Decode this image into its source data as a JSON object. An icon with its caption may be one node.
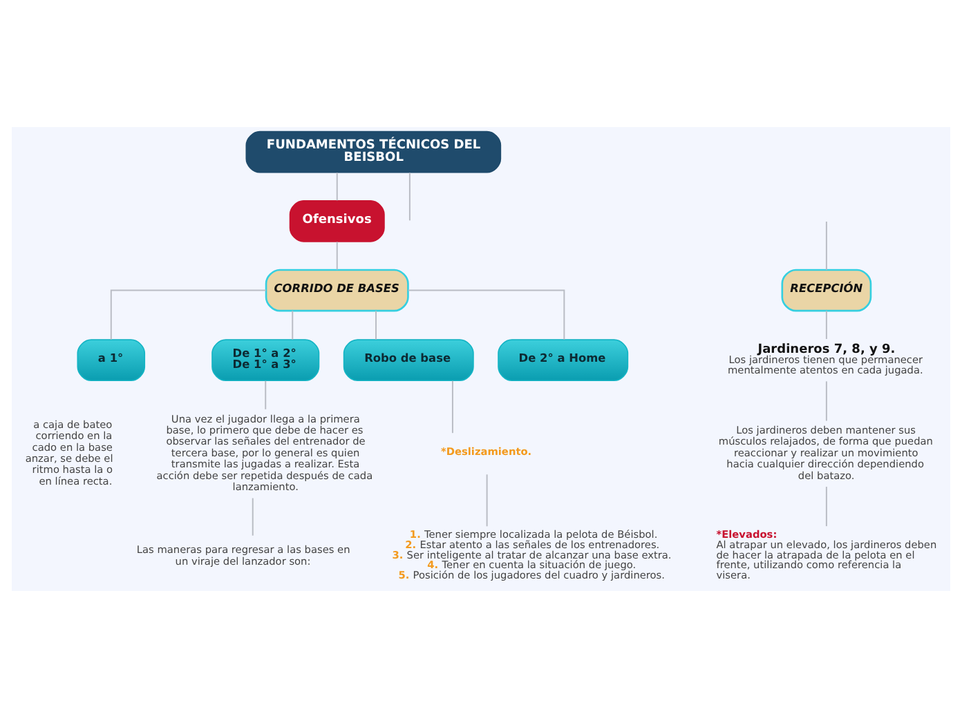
{
  "diagram": {
    "nodes": [
      {
        "text": [
          "FUNDAMENTOS TÉCNICOS DEL BEISBOL"
        ]
      },
      {
        "text": [
          "Ofensivos"
        ]
      },
      {
        "text": [
          "CORRIDO DE BASES"
        ]
      },
      {
        "text": [
          "a 1°"
        ]
      },
      {
        "text": [
          "De 1° a 2° De 1° a 3°"
        ]
      },
      {
        "text": [
          "Una vez el jugador llega a la primera base, lo primero que debe de hacer es observar las señales del entrenador de tercera base, por lo general es quien transmite las jugadas a realizar. Esta acción debe ser repetida después de cada lanzamiento."
        ]
      },
      {
        "text": [
          "Las maneras para regresar a las bases en un viraje del lanzador son:"
        ]
      },
      {
        "text": [
          "Robo de base"
        ]
      },
      {
        "text": [
          "*Deslizamiento."
        ]
      },
      {
        "text": [
          "1. Tener siempre localizada la pelota de Béisbol.",
          "2. Estar atento a las señales de los entrenadores.",
          "3. Ser inteligente al tratar de alcanzar una base extra.",
          "4. Tener en cuenta la situación de juego.",
          "5. Posición de los jugadores del cuadro y jardineros."
        ]
      },
      {
        "text": [
          "De 2° a Home"
        ]
      },
      {
        "text": [
          "RECEPCIÓN"
        ]
      },
      {
        "text": [
          "Jardineros 7, 8, y 9.",
          "Los jardineros tienen que permanecer mentalmente atentos en cada jugada."
        ]
      },
      {
        "text": [
          "Los jardineros deben mantener sus músculos relajados, de forma que puedan reaccionar y realizar un movimiento hacia cualquier dirección dependiendo del batazo."
        ]
      },
      {
        "text": [
          "*Elevados:",
          "Al atrapar un elevado, los jardineros deben de hacer la atrapada de la pelota en el frente, utilizando como referencia la visera."
        ]
      }
    ],
    "edges": [
      {
        "from": 0,
        "to": 1,
        "arrow": "none"
      },
      {
        "from": 0,
        "to": null,
        "arrow": "none"
      },
      {
        "from": 1,
        "to": 2,
        "arrow": "none"
      },
      {
        "from": 2,
        "to": 3,
        "arrow": "none"
      },
      {
        "from": 2,
        "to": 4,
        "arrow": "none"
      },
      {
        "from": 2,
        "to": 7,
        "arrow": "none"
      },
      {
        "from": 2,
        "to": 10,
        "arrow": "none"
      },
      {
        "from": 4,
        "to": 5,
        "arrow": "none"
      },
      {
        "from": 5,
        "to": 6,
        "arrow": "none"
      },
      {
        "from": 7,
        "to": 8,
        "arrow": "none"
      },
      {
        "from": 8,
        "to": 9,
        "arrow": "none"
      },
      {
        "from": null,
        "to": 11,
        "arrow": "none"
      },
      {
        "from": 11,
        "to": 12,
        "arrow": "none"
      },
      {
        "from": 12,
        "to": 13,
        "arrow": "none"
      },
      {
        "from": 13,
        "to": 14,
        "arrow": "none"
      }
    ],
    "labels": [
      "a caja de bateo corriendo en la cado en la base anzar, se debe el ritmo hasta la o en línea recta."
    ]
  }
}
